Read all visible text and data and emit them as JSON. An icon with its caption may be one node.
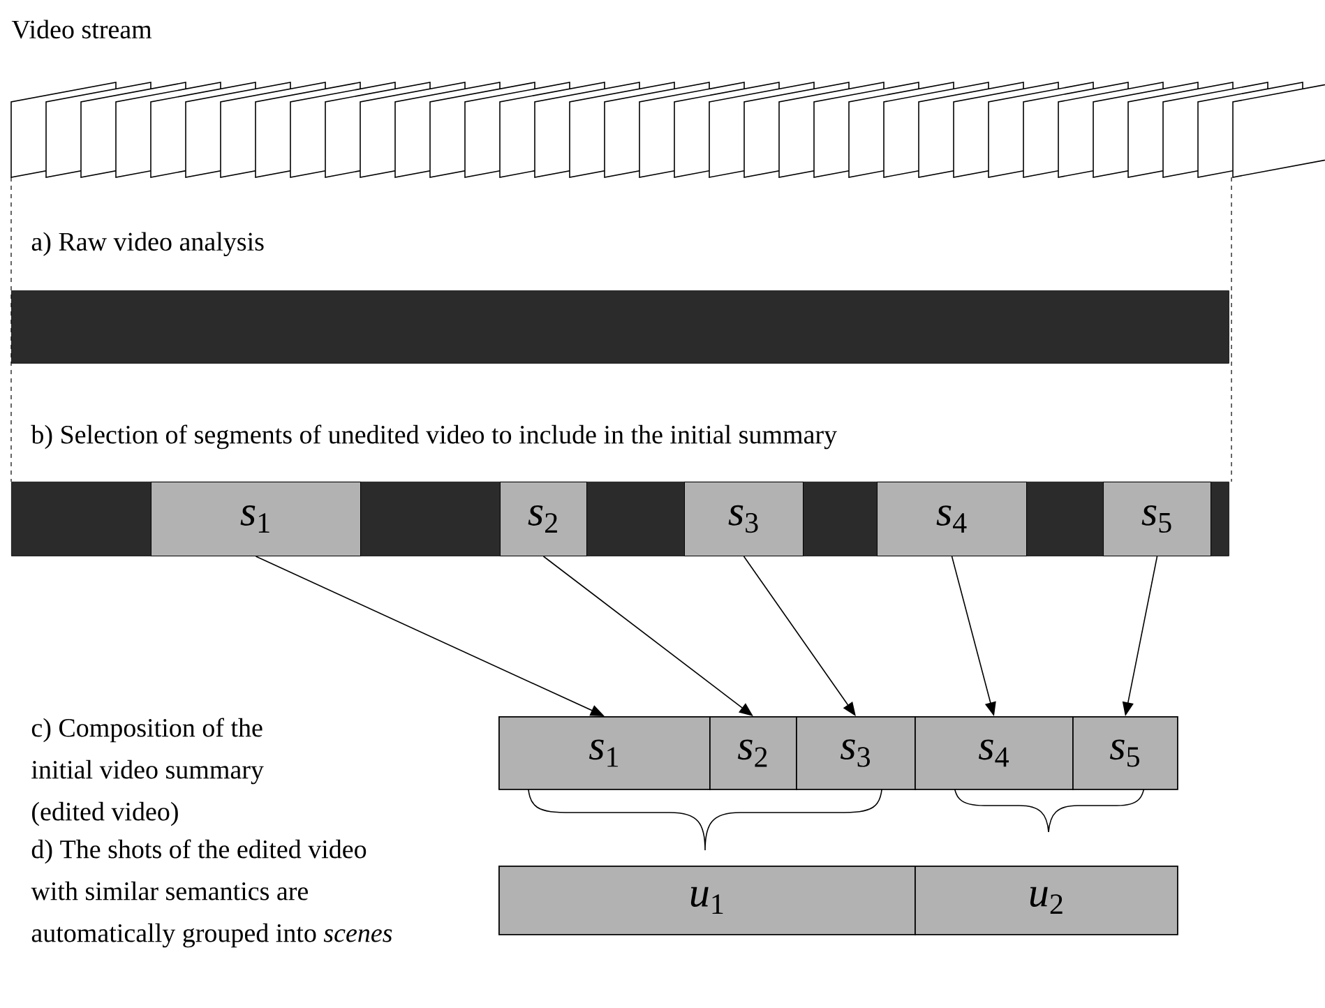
{
  "diagram": {
    "nodes": [
      {
        "text": [],
        "shape": "bar"
      },
      {
        "text": [],
        "shape": "bar"
      },
      {
        "text": [
          "*s*$_{1}$"
        ],
        "in": 1
      },
      {
        "text": [
          "*s*$_{2}$"
        ],
        "in": 1
      },
      {
        "text": [
          "*s*$_{3}$"
        ],
        "in": 1
      },
      {
        "text": [
          "*s*$_{4}$"
        ],
        "in": 1
      },
      {
        "text": [
          "*s*$_{5}$"
        ],
        "in": 1
      },
      {
        "text": [
          "*s*$_{1}$"
        ]
      },
      {
        "text": [
          "*s*$_{2}$"
        ]
      },
      {
        "text": [
          "*s*$_{3}$"
        ]
      },
      {
        "text": [
          "*s*$_{4}$"
        ]
      },
      {
        "text": [
          "*s*$_{5}$"
        ]
      },
      {
        "text": [
          "*u*$_{1}$"
        ]
      },
      {
        "text": [
          "*u*$_{2}$"
        ]
      }
    ],
    "edges": [
      {
        "from": 2,
        "to": 7,
        "arrow": "to"
      },
      {
        "from": 3,
        "to": 8,
        "arrow": "to"
      },
      {
        "from": 4,
        "to": 9,
        "arrow": "to"
      },
      {
        "from": 5,
        "to": 10,
        "arrow": "to"
      },
      {
        "from": 6,
        "to": 11,
        "arrow": "to"
      }
    ],
    "labels": [
      "Video stream",
      "a) Raw video analysis",
      "b) Selection of segments of unedited video to include in the initial summary",
      "c) Composition of the initial video summary (edited video)",
      "d) The shots of the edited video with similar semantics are automatically grouped into *scenes*"
    ]
  }
}
